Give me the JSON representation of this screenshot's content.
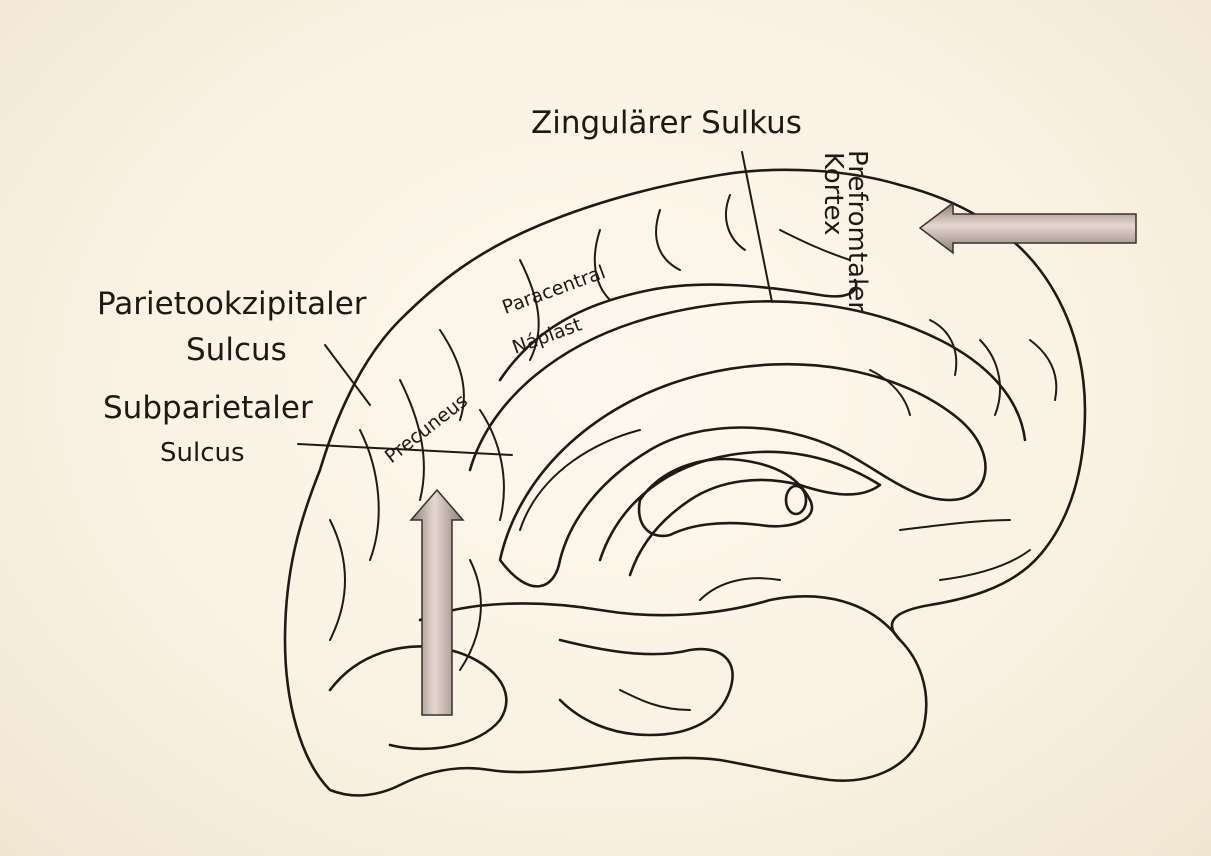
{
  "labels": {
    "cingulate": "Zingulärer Sulkus",
    "prefrontal_line1": "Prefromtaler",
    "prefrontal_line2": "Kortex",
    "parieto_line1": "Parietookzipitaler",
    "parieto_line2": "Sulcus",
    "subparietal_line1": "Subparietaler",
    "subparietal_line2": "Sulcus",
    "paracentral_line1": "Paracentral",
    "paracentral_line2": "Náplast",
    "precuneus": "Precuneus"
  },
  "colors": {
    "background": "#faf2e3",
    "outline": "#1f1a16",
    "arrow_fill": "#d9c8c0",
    "arrow_shade": "#8e7e78"
  }
}
